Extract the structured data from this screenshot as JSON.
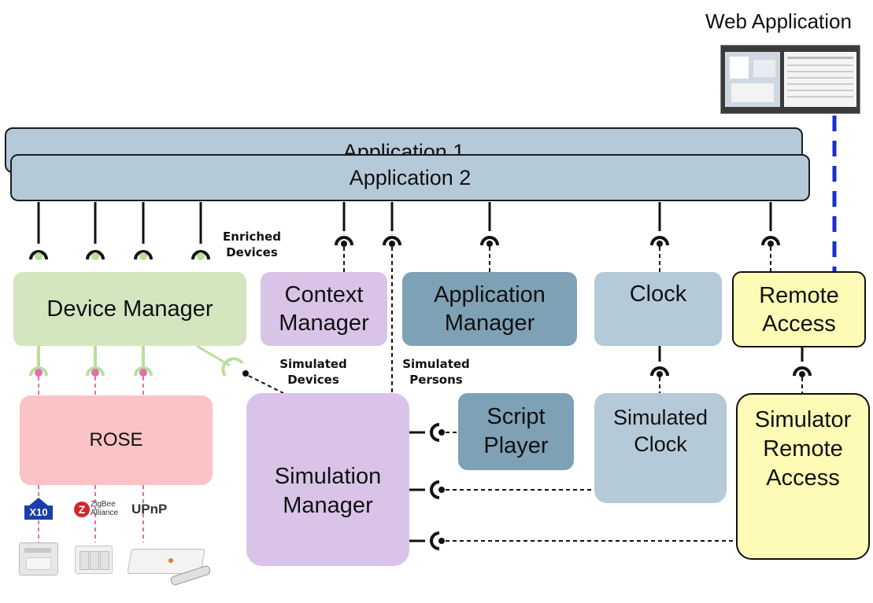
{
  "web_app": {
    "title": "Web Application"
  },
  "applications": [
    "Application 1",
    "Application 2"
  ],
  "labels": {
    "enriched_devices": [
      "Enriched",
      "Devices"
    ],
    "simulated_devices": [
      "Simulated",
      "Devices"
    ],
    "simulated_persons": [
      "Simulated",
      "Persons"
    ]
  },
  "components": {
    "device_manager": {
      "lines": [
        "Device Manager"
      ],
      "color": "#d3e6bf"
    },
    "context_manager": {
      "lines": [
        "Context",
        "Manager"
      ],
      "color": "#d9c4e8"
    },
    "application_manager": {
      "lines": [
        "Application",
        "Manager"
      ],
      "color": "#7fa1b6"
    },
    "clock": {
      "lines": [
        "Clock"
      ],
      "color": "#b5cad8"
    },
    "remote_access": {
      "lines": [
        "Remote",
        "Access"
      ],
      "color": "#fdfbb5"
    },
    "rose": {
      "lines": [
        "ROSE"
      ],
      "color": "#fbc3c5"
    },
    "simulation_manager": {
      "lines": [
        "Simulation",
        "Manager"
      ],
      "color": "#d9c4e8"
    },
    "script_player": {
      "lines": [
        "Script",
        "Player"
      ],
      "color": "#7fa1b6"
    },
    "simulated_clock": {
      "lines": [
        "Simulated",
        "Clock"
      ],
      "color": "#b5cad8"
    },
    "simulator_remote_access": {
      "lines": [
        "Simulator",
        "Remote",
        "Access"
      ],
      "color": "#fdfbb5"
    }
  },
  "protocols": {
    "x10": "X10",
    "zigbee": [
      "ZigBee",
      "Alliance"
    ],
    "upnp": "UPnP"
  },
  "colors": {
    "accent_line": "#1b2fd1",
    "dashed_pink": "#e36db0",
    "socket_green": "#b7e09a"
  }
}
